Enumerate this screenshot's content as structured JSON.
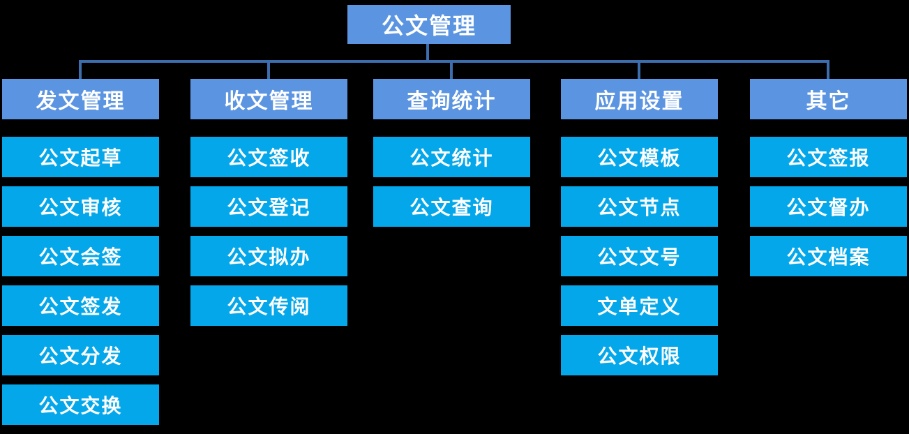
{
  "colors": {
    "background": "#000000",
    "group_box": "#5B94E0",
    "item_box": "#04A7EA",
    "connector": "#3C6DAC",
    "text": "#FFFFFF"
  },
  "root": {
    "label": "公文管理"
  },
  "columns": [
    {
      "label": "发文管理",
      "items": [
        "公文起草",
        "公文审核",
        "公文会签",
        "公文签发",
        "公文分发",
        "公文交换"
      ]
    },
    {
      "label": "收文管理",
      "items": [
        "公文签收",
        "公文登记",
        "公文拟办",
        "公文传阅"
      ]
    },
    {
      "label": "查询统计",
      "items": [
        "公文统计",
        "公文查询"
      ]
    },
    {
      "label": "应用设置",
      "items": [
        "公文模板",
        "公文节点",
        "公文文号",
        "文单定义",
        "公文权限"
      ]
    },
    {
      "label": "其它",
      "items": [
        "公文签报",
        "公文督办",
        "公文档案"
      ]
    }
  ]
}
